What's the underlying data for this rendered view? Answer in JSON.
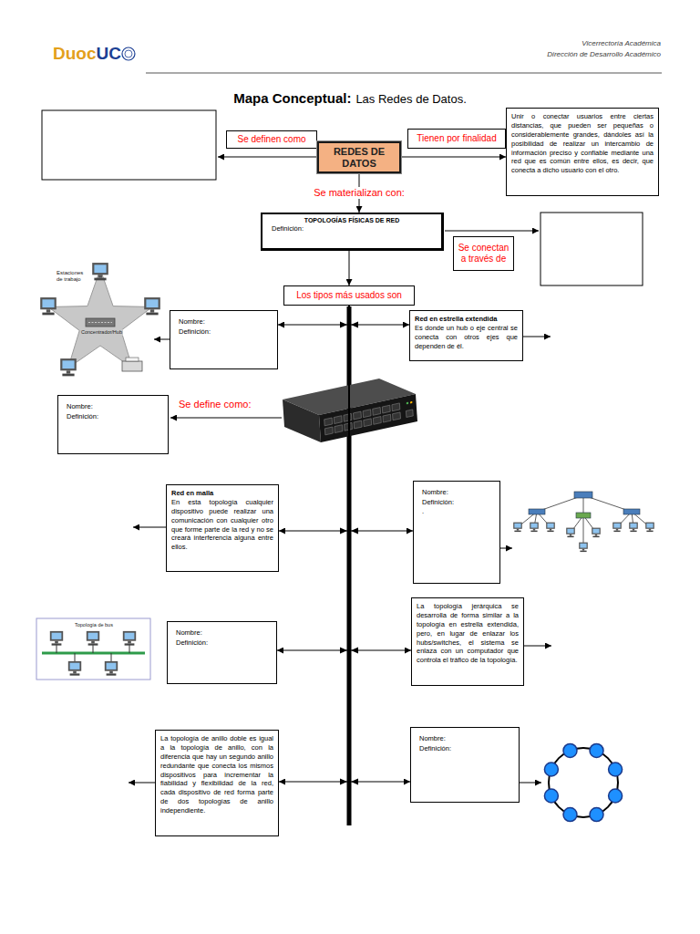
{
  "diagram": {
    "title": "Mapa Conceptual:",
    "nodes": [
      {
        "text": [
          "Se definen como"
        ]
      },
      {
        "text": [
          "REDES DE DATOS"
        ]
      },
      {
        "text": [
          "Tienen por finalidad"
        ]
      },
      {
        "text": [
          "Unir o conectar usuarios entre ciertas distancias, que pueden ser pequeñas o considerablemente grandes, dándoles así la posibilidad de realizar un intercambio de información preciso y confiable mediante una red que es común entre ellos, es decir, que conecta a dicho usuario con el otro."
        ]
      },
      {
        "text": [
          "TOPOLOGÍAS FÍSICAS DE RED",
          "Definición:"
        ]
      },
      {
        "text": [
          "Se conectan a través de"
        ]
      },
      {
        "text": [
          "Los tipos más usados son"
        ]
      },
      {
        "text": [
          "Nombre:",
          "Definición:"
        ]
      },
      {
        "text": [
          "Red en estrella extendida",
          "Es donde un hub o eje central se conecta con otros ejes que dependen de él."
        ]
      },
      {
        "text": [
          "Nombre:",
          "Definición:"
        ]
      },
      {
        "text": [
          "Red en malla",
          "En esta topología cualquier dispositivo puede realizar una comunicación con cualquier otro que forme parte de la red y no se creará interferencia alguna entre ellos."
        ]
      },
      {
        "text": [
          "Nombre:",
          "Definición:",
          "."
        ]
      },
      {
        "text": [
          "Nombre:",
          "Definición:"
        ]
      },
      {
        "text": [
          "La topología jerárquica se desarrolla de forma similar a la topología en estrella extendida, pero, en lugar de enlazar los hubs/switches, el sistema se enlaza con un computador que controla el tráfico de la topología."
        ]
      },
      {
        "text": [
          "La topología de anillo doble es igual a la topología de anillo, con la diferencia que hay un segundo anillo redundante que conecta los mismos dispositivos para incrementar la fiabilidad y flexibilidad de la red, cada dispositivo de red forma parte de dos topologías de anillo independiente."
        ]
      },
      {
        "text": [
          "Nombre:",
          "Definición:"
        ]
      }
    ],
    "edges": [
      {
        "from": 1,
        "to": 3,
        "arrow": "to"
      },
      {
        "from": 1,
        "to": 4,
        "label": "Se materializan con:",
        "arrow": "to"
      },
      {
        "from": 4,
        "to": 6,
        "arrow": "to"
      },
      {
        "from": 6,
        "to": 7,
        "arrow": "to"
      },
      {
        "from": 6,
        "to": 8,
        "arrow": "to"
      },
      {
        "from": 6,
        "to": 10,
        "arrow": "to"
      },
      {
        "from": 6,
        "to": 11,
        "arrow": "to"
      },
      {
        "from": 6,
        "to": 12,
        "arrow": "to"
      },
      {
        "from": 6,
        "to": 13,
        "arrow": "to"
      },
      {
        "from": 6,
        "to": 14,
        "arrow": "to"
      },
      {
        "from": 6,
        "to": 15,
        "arrow": "to"
      }
    ],
    "labels": [
      "Duoc",
      "UC",
      "Vicerrectoría Académica",
      "Dirección de Desarrollo Académico",
      "Las Redes de Datos.",
      "Estaciones de trabajo",
      "Concentrador/Hub",
      "Se define como:",
      "Topología de bus"
    ]
  }
}
